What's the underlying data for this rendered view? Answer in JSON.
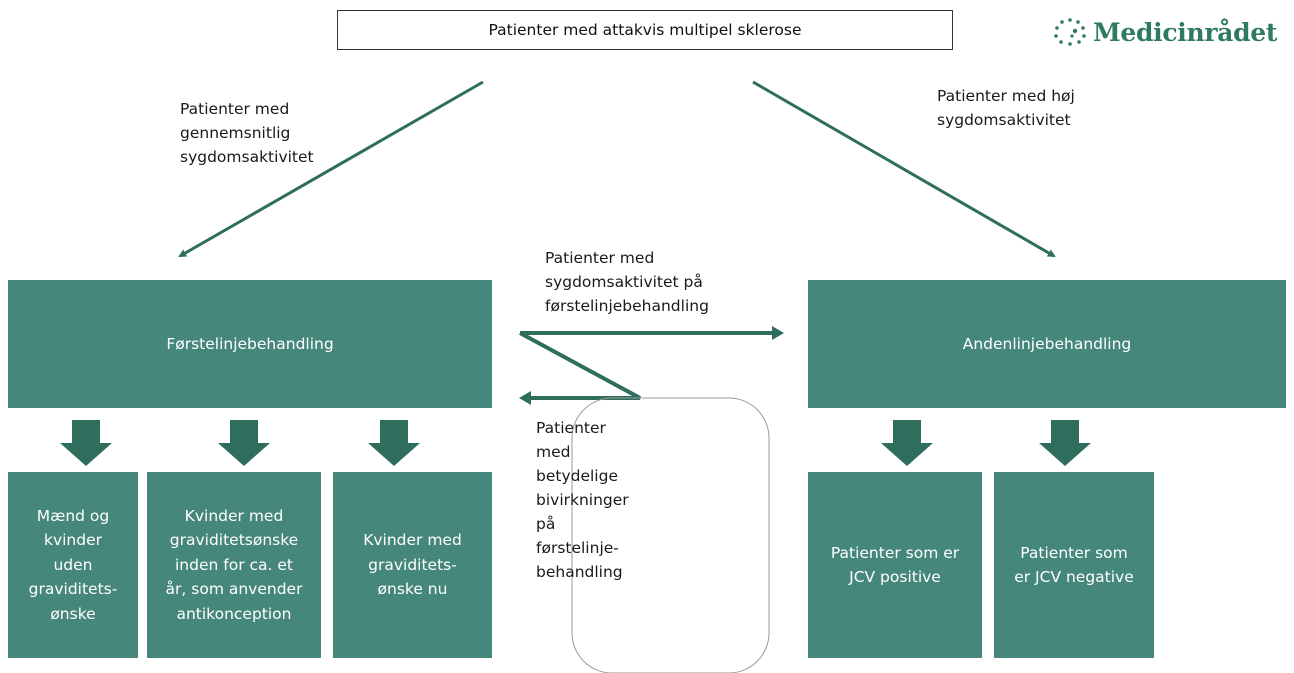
{
  "top_box": "Patienter med attakvis multipel sklerose",
  "logo": {
    "text": "Medicinrådet",
    "icon": "dotted-circle-logo-icon",
    "color": "#2f7a63"
  },
  "labels": {
    "average_activity": [
      "Patienter med",
      "gennemsnitlig",
      "sygdomsaktivitet"
    ],
    "high_activity": [
      "Patienter med høj",
      "sygdomsaktivitet"
    ],
    "activity_on_first_line": [
      "Patienter med",
      "sygdomsaktivitet på",
      "førstelinjebehandling"
    ],
    "side_effects": [
      "Patienter",
      "med",
      "betydelige",
      "bivirkninger",
      "på",
      "førstelinje-",
      "behandling"
    ]
  },
  "boxes": {
    "first_line": "Førstelinjebehandling",
    "second_line": "Andenlinjebehandling"
  },
  "first_line_groups": [
    [
      "Mænd og",
      "kvinder",
      "uden",
      "graviditets-",
      "ønske"
    ],
    [
      "Kvinder med",
      "graviditetsønske",
      "inden for ca. et",
      "år, som anvender",
      "antikonception"
    ],
    [
      "Kvinder med",
      "graviditets-",
      "ønske nu"
    ]
  ],
  "second_line_groups": [
    [
      "Patienter som er",
      "JCV positive"
    ],
    [
      "Patienter som",
      "er JCV negative"
    ]
  ],
  "colors": {
    "box_fill": "#45877a",
    "arrow": "#2f6e5d"
  }
}
